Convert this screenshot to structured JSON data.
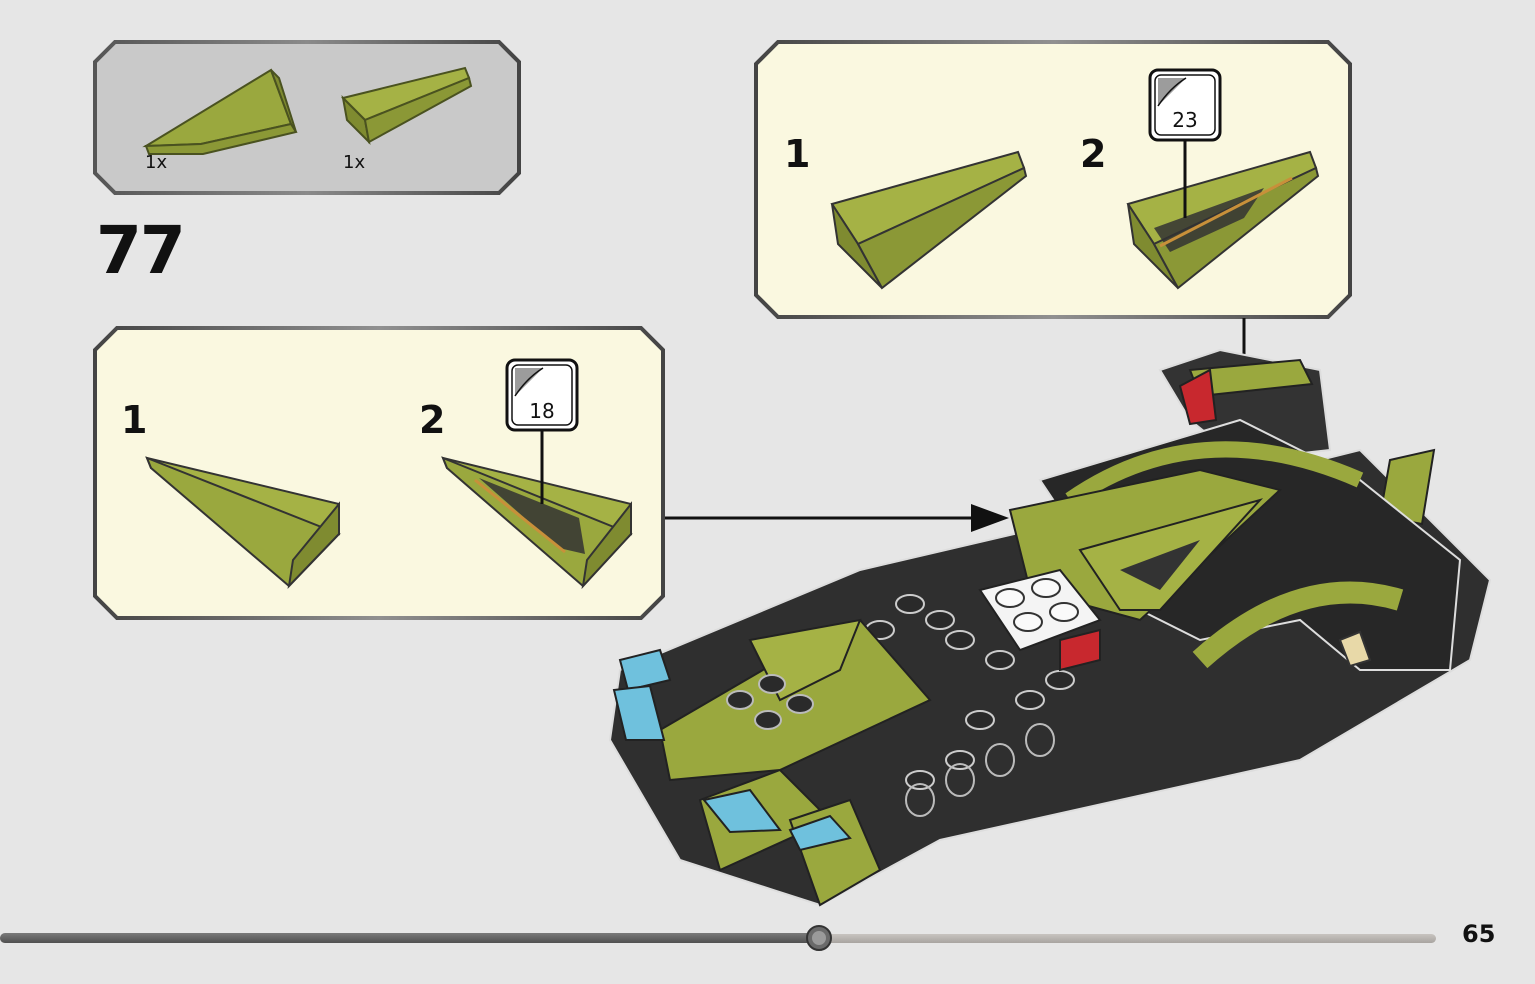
{
  "parts_list": {
    "items": [
      {
        "part": "olive-green-wedge-plate-left",
        "quantity": "1x"
      },
      {
        "part": "olive-green-wedge-plate-right",
        "quantity": "1x"
      }
    ]
  },
  "step": {
    "number": "77"
  },
  "left_callout": {
    "substeps": [
      {
        "number": "1"
      },
      {
        "number": "2",
        "sticker": "18"
      }
    ]
  },
  "right_callout": {
    "substeps": [
      {
        "number": "1"
      },
      {
        "number": "2",
        "sticker": "23"
      }
    ]
  },
  "colors": {
    "olive_green": "#9aa83e",
    "callout_bg": "#faf8e0",
    "parts_bg": "#c9c9c9",
    "model_black": "#2f2f2f",
    "azure_accent": "#6fc1dd"
  },
  "progress": {
    "fraction": 0.57
  },
  "page": {
    "number": "65"
  }
}
